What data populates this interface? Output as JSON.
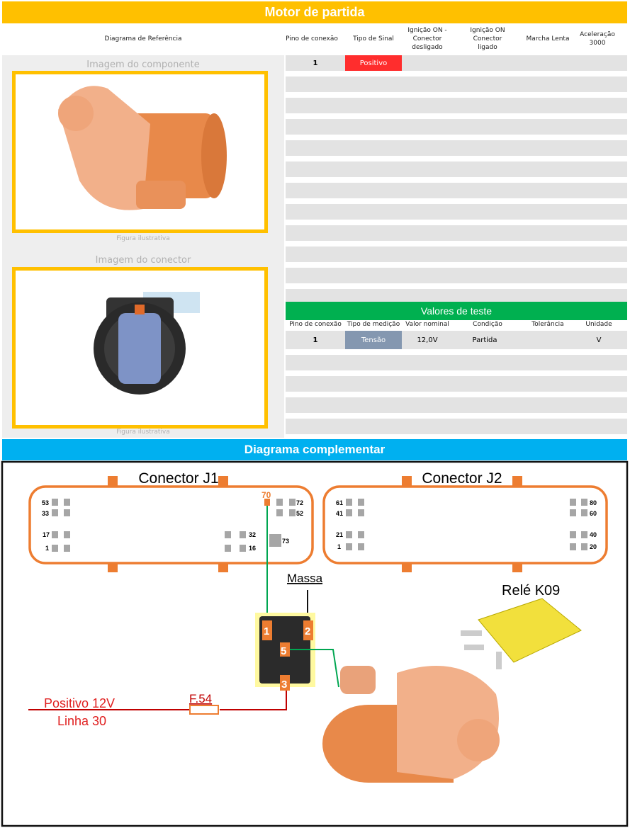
{
  "title": "Motor de partida",
  "headers": {
    "diagram": "Diagrama de Referência",
    "pin": "Pino de conexão",
    "signal": "Tipo de Sinal",
    "ign_off": "Ignição ON - Conector desligado",
    "ign_on": "Ignição ON Conector ligado",
    "idle": "Marcha Lenta",
    "accel": "Aceleração 3000"
  },
  "component_image_label": "Imagem do componente",
  "connector_image_label": "Imagem do conector",
  "figure_caption": "Figura ilustrativa",
  "pins": [
    {
      "pin": "1",
      "signal": "Positivo"
    }
  ],
  "test": {
    "title": "Valores de teste",
    "headers": {
      "pin": "Pino de conexão",
      "measure": "Tipo de medição",
      "nominal": "Valor nominal",
      "condition": "Condição",
      "tolerance": "Tolerância",
      "unit": "Unidade"
    },
    "rows": [
      {
        "pin": "1",
        "measure": "Tensão",
        "nominal": "12,0V",
        "condition": "Partida",
        "tolerance": "",
        "unit": "V"
      }
    ]
  },
  "complementary": {
    "title": "Diagrama complementar",
    "j1": "Conector J1",
    "j2": "Conector J2",
    "j1_pins": {
      "p53": "53",
      "p33": "33",
      "p17": "17",
      "p1": "1",
      "p70": "70",
      "p72": "72",
      "p52": "52",
      "p32": "32",
      "p16": "16",
      "p73": "73"
    },
    "j2_pins": {
      "p61": "61",
      "p41": "41",
      "p21": "21",
      "p1": "1",
      "p80": "80",
      "p60": "60",
      "p40": "40",
      "p20": "20"
    },
    "ground": "Massa",
    "relay": "Relé K09",
    "relay_pins": {
      "a": "1",
      "b": "2",
      "c": "5",
      "d": "3"
    },
    "fuse": "F.54",
    "supply1": "Positivo 12V",
    "supply2": "Linha 30"
  },
  "colors": {
    "yellow": "#FFC000",
    "green": "#00B050",
    "blue": "#00B0F0",
    "red": "#FF2D2D",
    "orange": "#ED7D31"
  }
}
